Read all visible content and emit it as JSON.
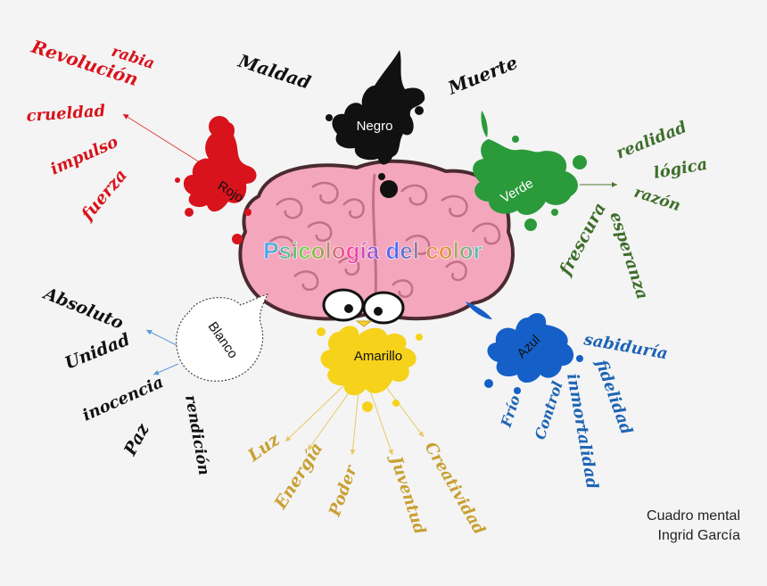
{
  "central": {
    "title": "Psicología del color"
  },
  "colors": {
    "rojo": "#d8131b",
    "negro": "#111111",
    "verde": "#2a9a3a",
    "verde_words": "#3e6e2a",
    "azul": "#1560c8",
    "azul_words": "#1e64b4",
    "amarillo": "#f6d21a",
    "amarillo_words": "#c9a033",
    "blanco": "#ffffff",
    "brain": "#f4a6bd"
  },
  "nodes": {
    "rojo": {
      "label": "Rojo",
      "words": [
        "Revolución",
        "rabia",
        "crueldad",
        "impulso",
        "fuerza"
      ]
    },
    "negro": {
      "label": "Negro",
      "words": [
        "Maldad",
        "Muerte"
      ]
    },
    "verde": {
      "label": "Verde",
      "words": [
        "realidad",
        "lógica",
        "razón",
        "esperanza",
        "frescura"
      ]
    },
    "azul": {
      "label": "Azul",
      "words": [
        "sabiduría",
        "fidelidad",
        "inmortalidad",
        "Control",
        "Frío"
      ]
    },
    "amarillo": {
      "label": "Amarillo",
      "words": [
        "Luz",
        "Energía",
        "Poder",
        "Juventud",
        "Creatividad"
      ]
    },
    "blanco": {
      "label": "Blanco",
      "words": [
        "Absoluto",
        "Unidad",
        "inocencia",
        "Paz",
        "rendición"
      ]
    }
  },
  "credit": {
    "line1": "Cuadro mental",
    "line2": "Ingrid García"
  }
}
